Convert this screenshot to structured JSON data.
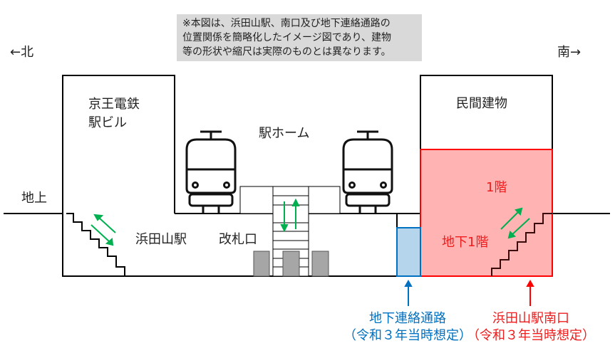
{
  "note": [
    "※本図は、浜田山駅、南口及び地下連絡通路の",
    "位置関係を簡略化したイメージ図であり、建物",
    "等の形状や縮尺は実際のものとは異なります。"
  ],
  "direction": {
    "north": "←北",
    "south": "南→"
  },
  "labels": {
    "keio_building": [
      "京王電鉄",
      "駅ビル"
    ],
    "platform": "駅ホーム",
    "ground": "地上",
    "station": "浜田山駅",
    "ticket_gate": "改札口",
    "private_building": "民間建物",
    "floor1": "1階",
    "floorB1": "地下1階"
  },
  "callouts": {
    "passage": [
      "地下連絡通路",
      "（令和３年当時想定）"
    ],
    "south_exit": [
      "浜田山駅南口",
      "（令和３年当時想定）"
    ]
  },
  "colors": {
    "red": "#ff0000",
    "red_fill": "#ffb3b3",
    "blue": "#0070c0",
    "blue_fill": "#b4d5ec",
    "green": "#00b050",
    "gate": "#a6a6a6"
  }
}
